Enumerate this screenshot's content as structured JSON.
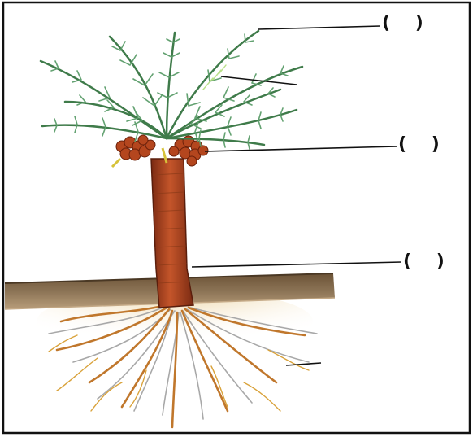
{
  "labels": [
    {
      "id": "label-1",
      "text": "(    )"
    },
    {
      "id": "label-2",
      "text": "(    )"
    },
    {
      "id": "label-3",
      "text": "(    )"
    }
  ]
}
